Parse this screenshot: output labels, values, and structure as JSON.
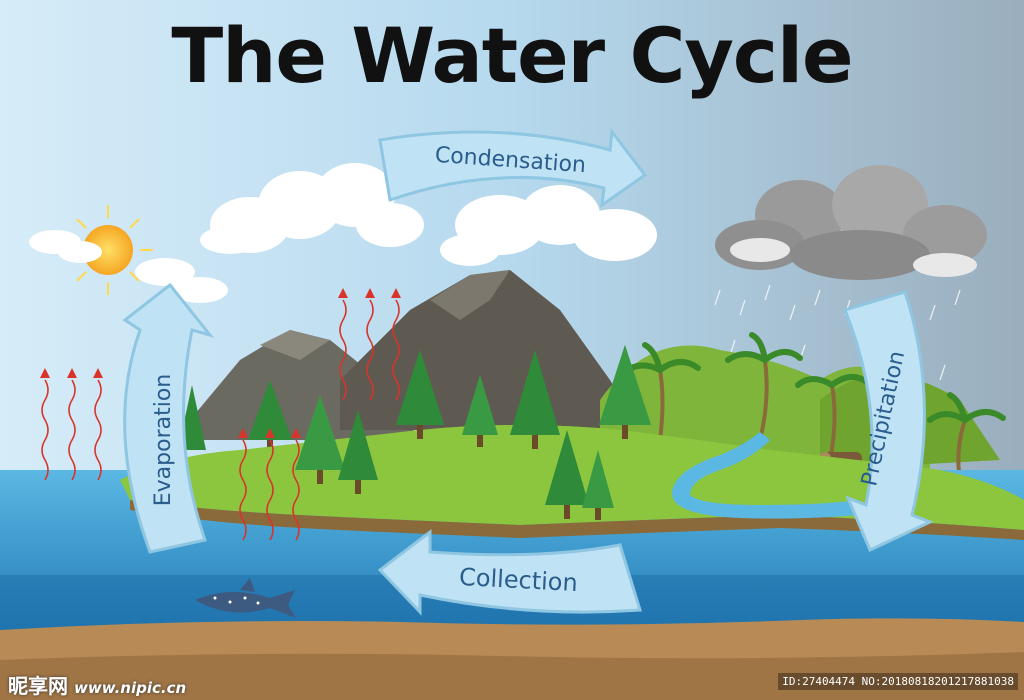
{
  "title": "The Water Cycle",
  "stages": {
    "condensation": "Condensation",
    "precipitation": "Precipitation",
    "collection": "Collection",
    "evaporation": "Evaporation"
  },
  "watermark": {
    "brand": "昵享网",
    "url": "www.nipic.cn",
    "id_text": "ID:27404474 NO:20180818201217881038"
  },
  "colors": {
    "sky_top": "#b9dcf0",
    "sky_right": "#9fb3c2",
    "arrow_fill": "#bfe3f5",
    "arrow_text": "#2a5d8c",
    "water": "#2f8fc7",
    "grass": "#8cc63f",
    "mountain": "#5e5a52"
  }
}
